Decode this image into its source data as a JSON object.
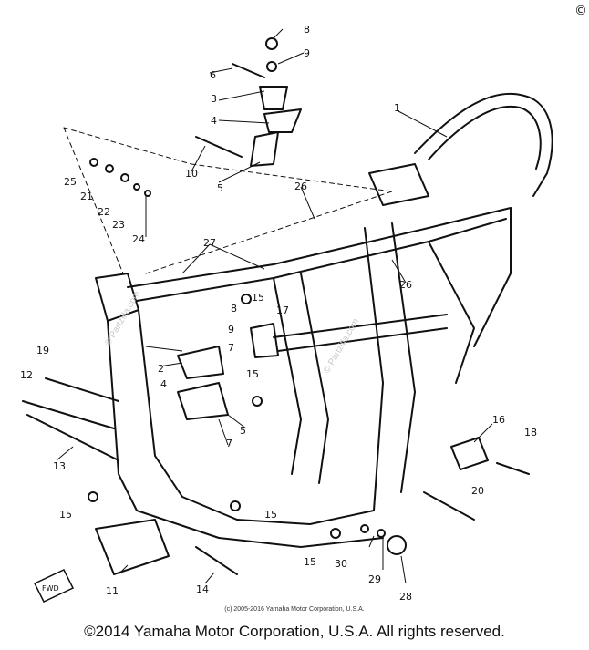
{
  "corner_symbol": "©",
  "watermark": "© Partzilla.com",
  "fwd_label": "FWD",
  "small_copyright": "(c) 2005-2016 Yamaha Motor Corporation, U.S.A.",
  "footer_copyright": "©2014 Yamaha Motor Corporation, U.S.A. All rights reserved.",
  "callouts": [
    "1",
    "2",
    "3",
    "4",
    "5",
    "6",
    "7",
    "8",
    "9",
    "10",
    "11",
    "12",
    "13",
    "14",
    "15",
    "16",
    "17",
    "18",
    "20",
    "21",
    "22",
    "23",
    "24",
    "25",
    "26",
    "27",
    "28",
    "29",
    "30"
  ]
}
